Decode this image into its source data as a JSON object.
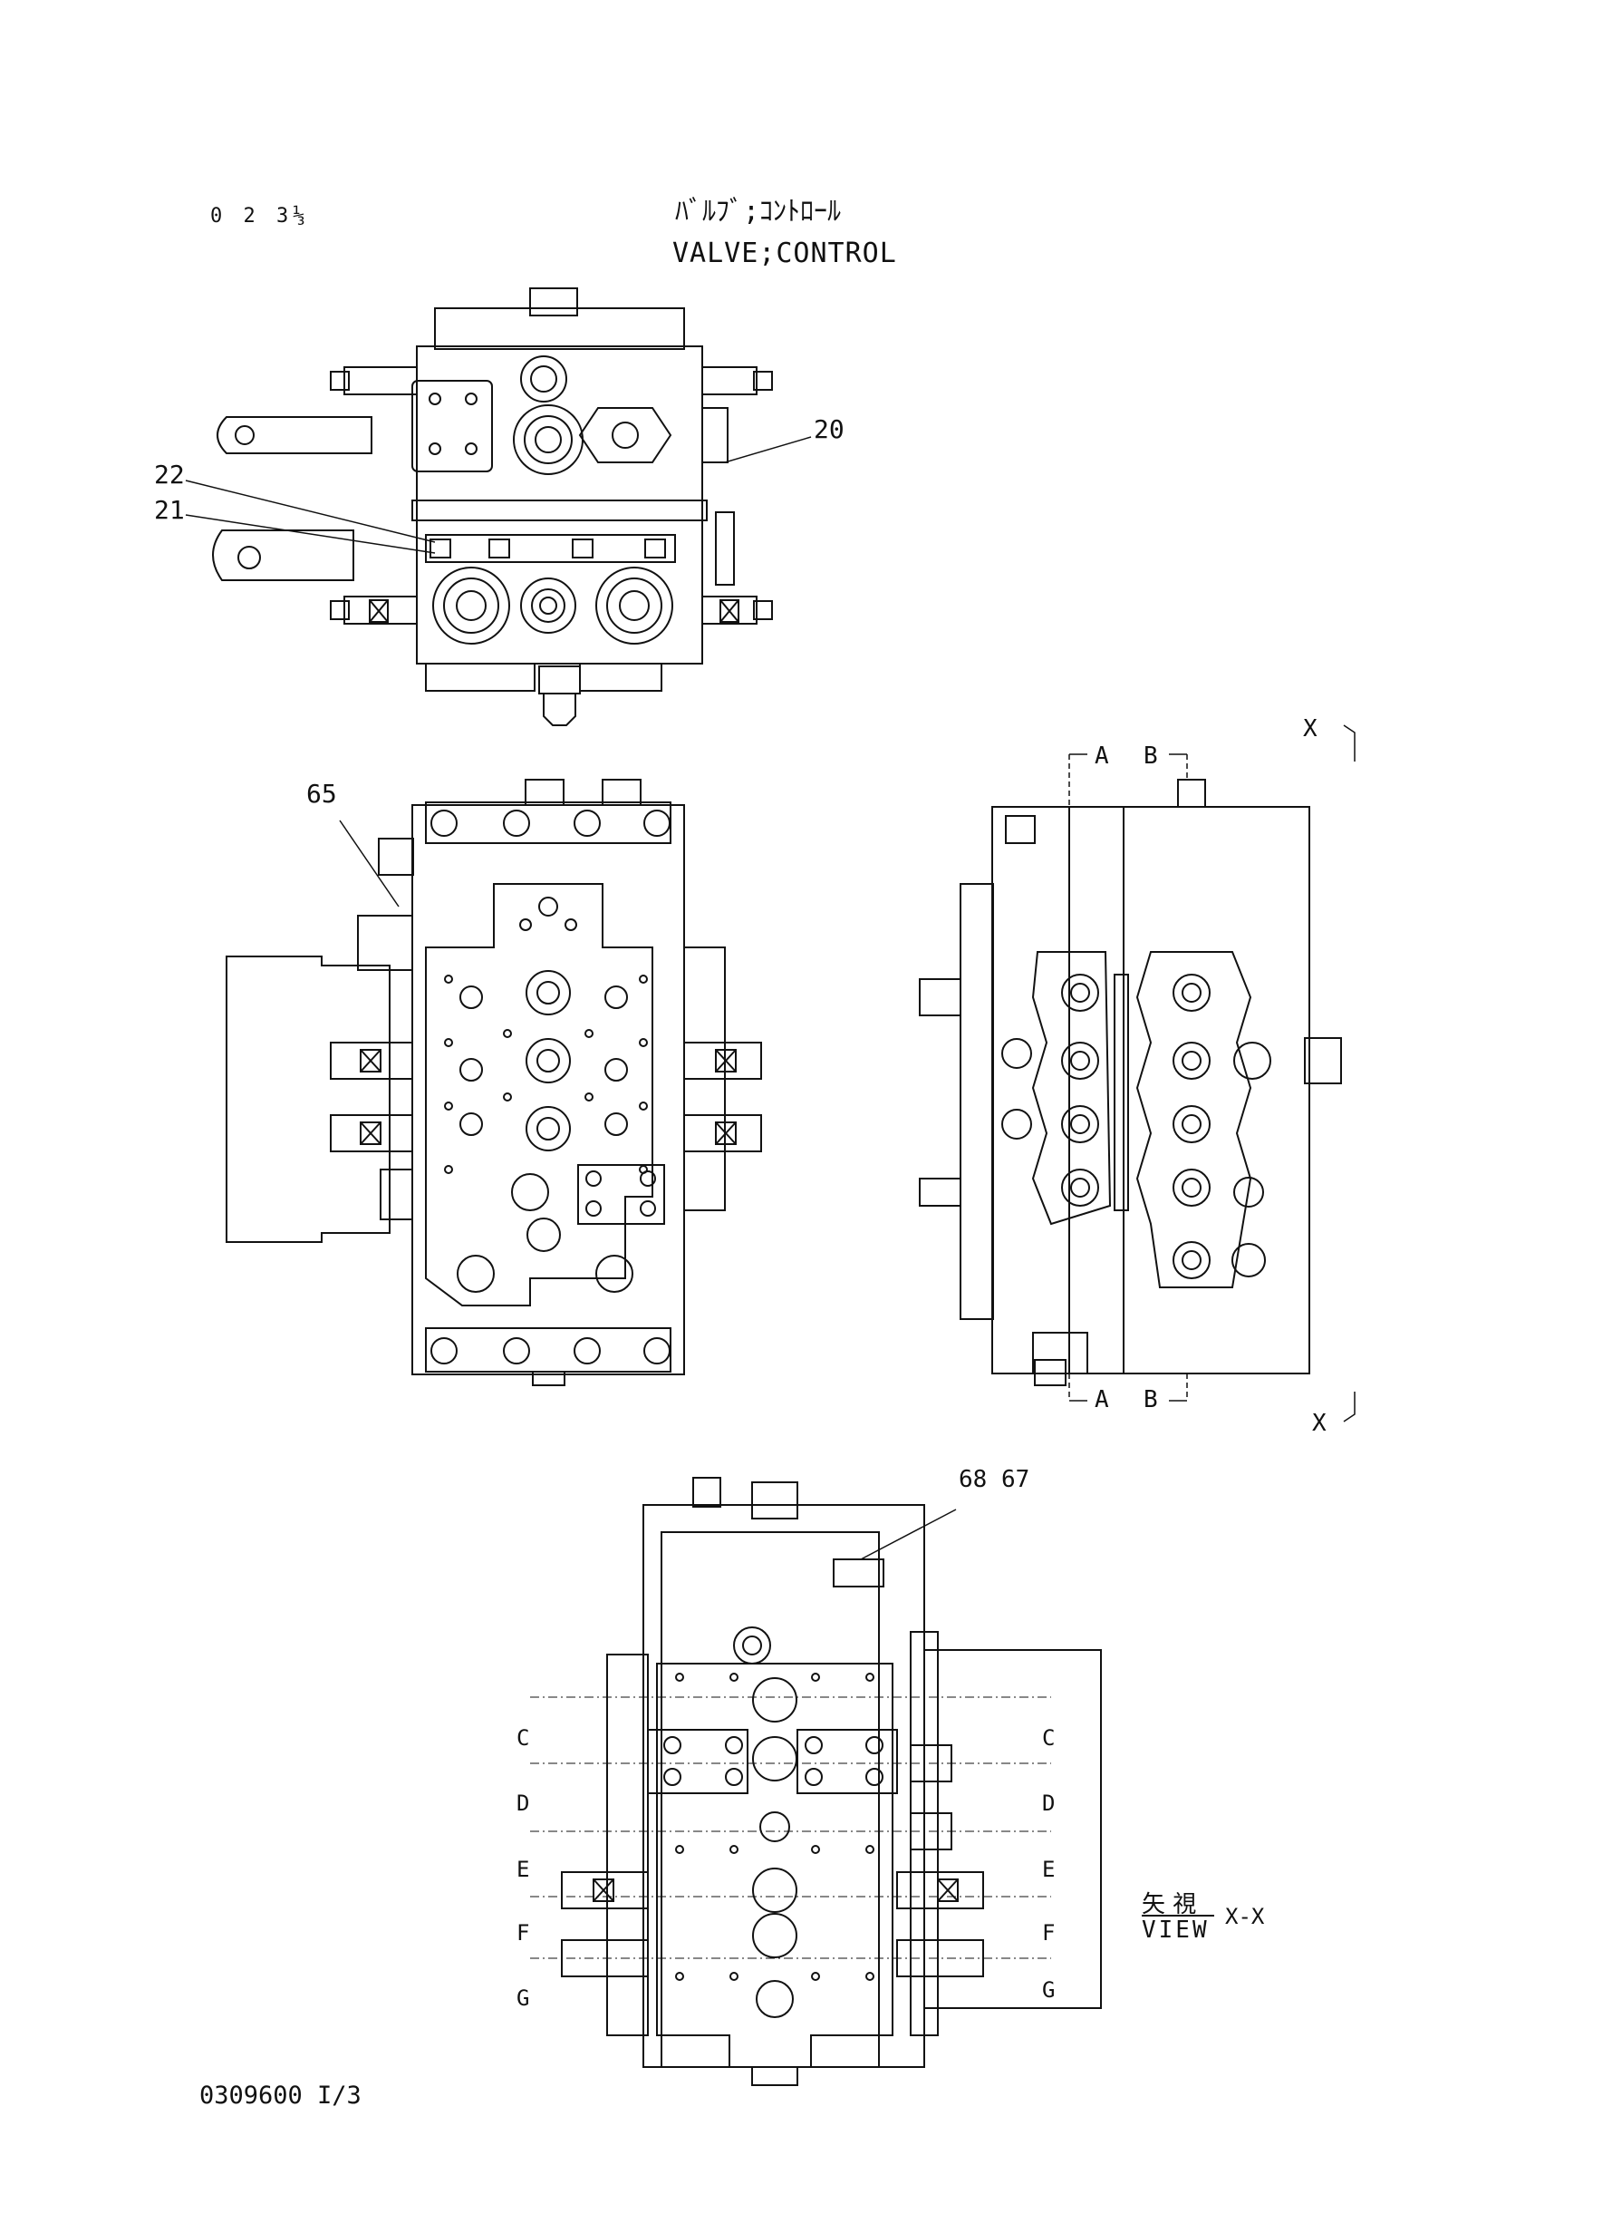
{
  "header": {
    "page_code": "0 2 3⅓",
    "title_jp": "ﾊﾞﾙﾌﾞ;ｺﾝﾄﾛｰﾙ",
    "title_en": "VALVE;CONTROL"
  },
  "callouts": {
    "c20": "20",
    "c22": "22",
    "c21": "21",
    "c65": "65",
    "c68_67": "68 67"
  },
  "section_marks": {
    "A": "A",
    "B": "B",
    "C": "C",
    "D": "D",
    "E": "E",
    "F": "F",
    "G": "G",
    "X_top": "X",
    "X_bottom": "X"
  },
  "view_label": {
    "jp": "矢 視",
    "en": "VIEW",
    "suffix": "X-X"
  },
  "footer": {
    "doc_number": "0309600 I/3"
  }
}
